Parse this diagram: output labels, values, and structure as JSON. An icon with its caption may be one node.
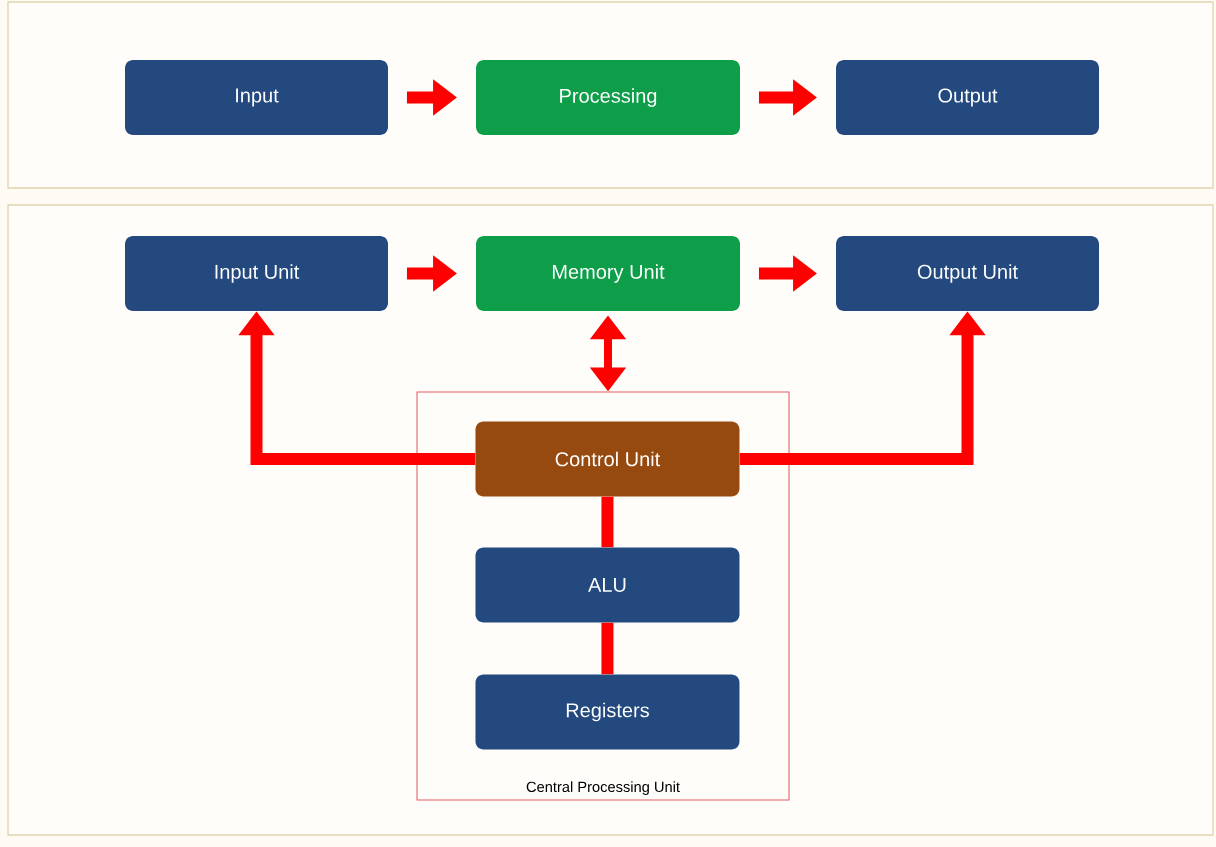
{
  "diagram": {
    "nodes": [
      {
        "text": [
          "Input"
        ]
      },
      {
        "text": [
          "Processing"
        ]
      },
      {
        "text": [
          "Output"
        ]
      },
      {
        "text": [
          "Input Unit"
        ]
      },
      {
        "text": [
          "Memory Unit"
        ]
      },
      {
        "text": [
          "Output Unit"
        ]
      },
      {
        "text": [
          "Central Processing  Unit"
        ]
      },
      {
        "text": [
          "Control Unit"
        ],
        "in": 6
      },
      {
        "text": [
          "ALU"
        ],
        "in": 6
      },
      {
        "text": [
          "Registers"
        ],
        "in": 6
      }
    ],
    "edges": [
      {
        "from": 0,
        "to": 1,
        "arrow": "to"
      },
      {
        "from": 1,
        "to": 2,
        "arrow": "to"
      },
      {
        "from": 3,
        "to": 4,
        "arrow": "to"
      },
      {
        "from": 4,
        "to": 5,
        "arrow": "to"
      },
      {
        "from": 4,
        "to": 6,
        "arrow": "both"
      },
      {
        "from": 7,
        "to": 3,
        "arrow": "to"
      },
      {
        "from": 7,
        "to": 5,
        "arrow": "to"
      },
      {
        "from": 7,
        "to": 8,
        "arrow": "none"
      },
      {
        "from": 8,
        "to": 9,
        "arrow": "none"
      }
    ]
  }
}
